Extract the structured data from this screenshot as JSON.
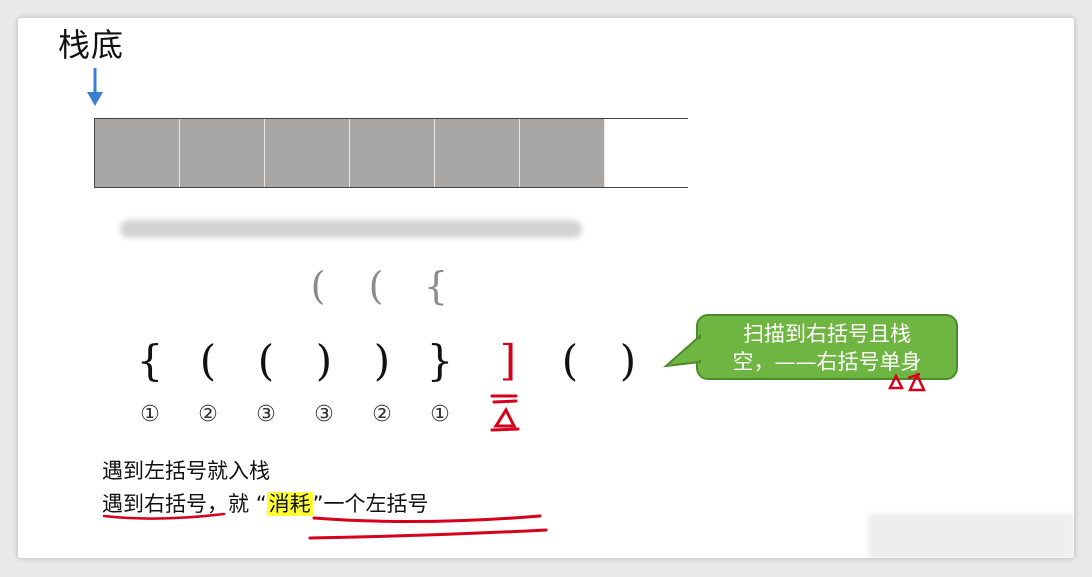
{
  "stack": {
    "bottom_label": "栈底",
    "filled_cells": 6
  },
  "stack_contents": [
    "(",
    "(",
    "{"
  ],
  "sequence": [
    "{",
    "(",
    "(",
    ")",
    ")",
    "}",
    "]",
    "(",
    ")"
  ],
  "indices": [
    "①",
    "②",
    "③",
    "③",
    "②",
    "①"
  ],
  "callout": {
    "line1": "扫描到右括号且栈",
    "line2": "空，——右括号单身"
  },
  "rules": {
    "line1": "遇到左括号就入栈",
    "line2_prefix": "遇到右括号，就",
    "open_quote": "“",
    "highlight": "消耗",
    "close_quote": "”",
    "line2_suffix": "一个左括号"
  },
  "colors": {
    "stack_fill": "#a9a6a6",
    "callout_bg": "#6fb542",
    "highlight": "#ffff33",
    "annotation": "#d6001c",
    "arrow": "#3b7fd4"
  }
}
